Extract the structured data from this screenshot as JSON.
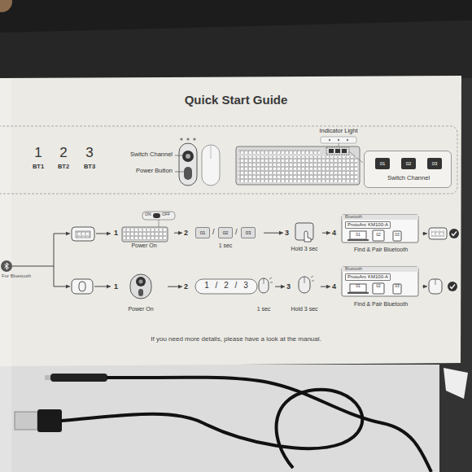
{
  "diagram": {
    "title": "Quick Start Guide",
    "caption": "If you need more details, please have a look at the manual.",
    "nodes": [
      {
        "text": [
          "01",
          "02",
          "03",
          "Switch Channel"
        ]
      },
      {
        "text": [
          "For Bluetooth"
        ]
      },
      {
        "text": [
          "1",
          "Power On"
        ]
      },
      {
        "text": [
          "2",
          "01",
          "/",
          "02",
          "/",
          "03",
          "1 sec"
        ]
      },
      {
        "text": [
          "3",
          "Hold 3 sec"
        ]
      },
      {
        "text": [
          "4",
          "Bluetooth",
          "ProtoArc KM100-A",
          "01",
          "02",
          "03",
          "Find & Pair Bluetooth"
        ]
      },
      {
        "text": [
          "1",
          "Power On"
        ]
      },
      {
        "text": [
          "2",
          "1",
          "/",
          "2",
          "/",
          "3",
          "1 sec"
        ]
      },
      {
        "text": [
          "3",
          "Hold 3 sec"
        ]
      },
      {
        "text": [
          "4",
          "Bluetooth",
          "ProtoArc KM100-A",
          "01",
          "02",
          "03",
          "Find & Pair Bluetooth"
        ]
      }
    ],
    "edges": [
      {
        "from": 2,
        "to": 3,
        "arrow": "to"
      },
      {
        "from": 3,
        "to": 4,
        "arrow": "to"
      },
      {
        "from": 4,
        "to": 5,
        "arrow": "to"
      },
      {
        "from": 6,
        "to": 7,
        "arrow": "to"
      },
      {
        "from": 7,
        "to": 8,
        "arrow": "to"
      },
      {
        "from": 8,
        "to": 9,
        "arrow": "to"
      }
    ],
    "labels": [
      "1",
      "2",
      "3",
      "BT1",
      "BT2",
      "BT3",
      "Switch Channel",
      "Power Button",
      "Indicator Light",
      "ON",
      "OFF"
    ]
  }
}
